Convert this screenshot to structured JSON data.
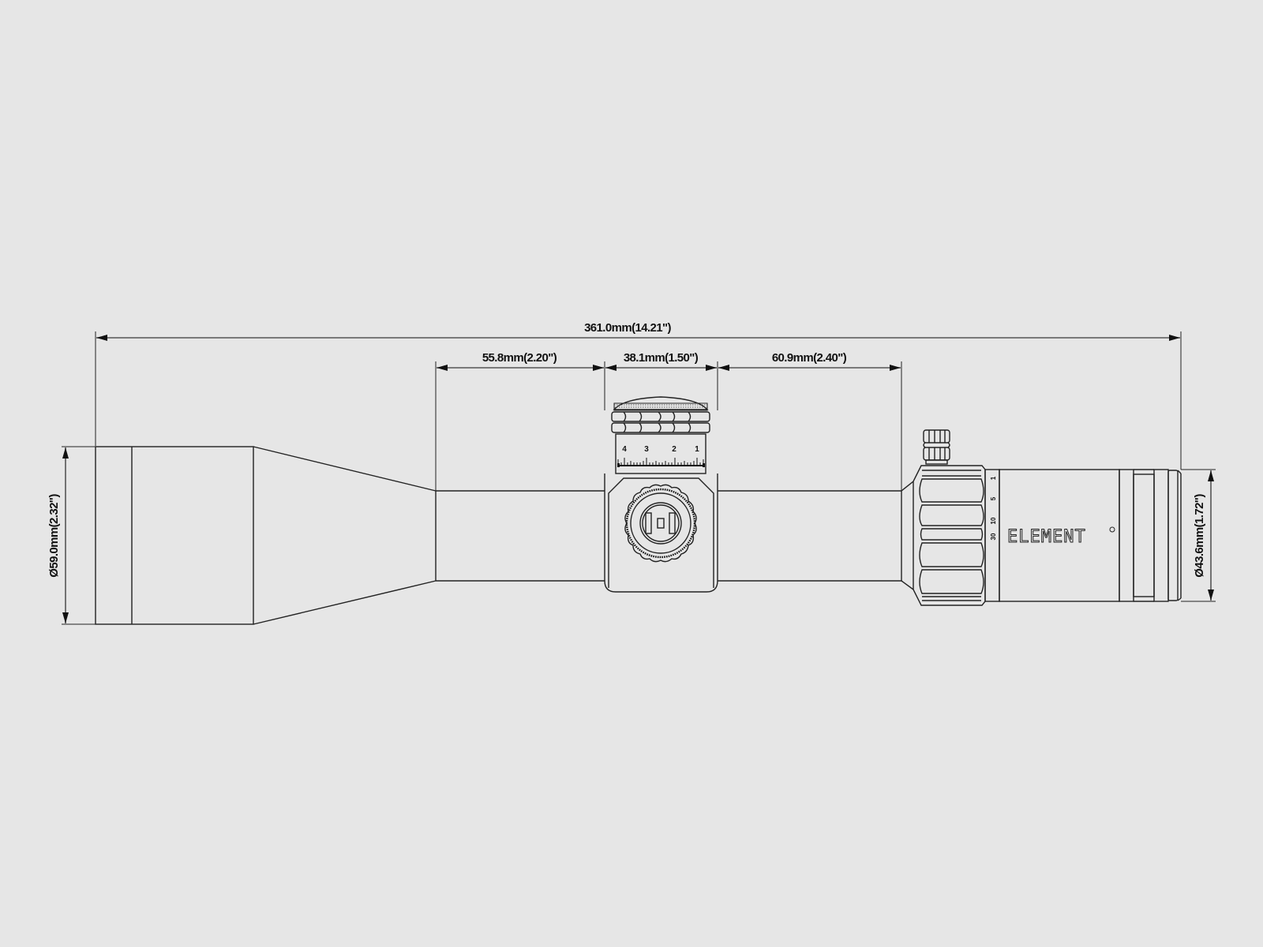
{
  "drawing": {
    "subject": "riflescope side-view dimension drawing",
    "background_color": "#e6e6e6",
    "line_color": "#222222",
    "brand_text": "ELEMENT",
    "brand_mark": "°"
  },
  "dimensions": {
    "overall_length": "361.0mm(14.21\")",
    "front_tube_length": "55.8mm(2.20\")",
    "turret_width": "38.1mm(1.50\")",
    "rear_tube_length": "60.9mm(2.40\")",
    "objective_diameter": "Ø59.0mm(2.32\")",
    "eyepiece_diameter": "Ø43.6mm(1.72\")"
  },
  "turret_scale": {
    "labels": [
      "4",
      "3",
      "2",
      "1"
    ]
  },
  "magnification_ring": {
    "labels": [
      "1",
      "5",
      "10",
      "30"
    ]
  }
}
